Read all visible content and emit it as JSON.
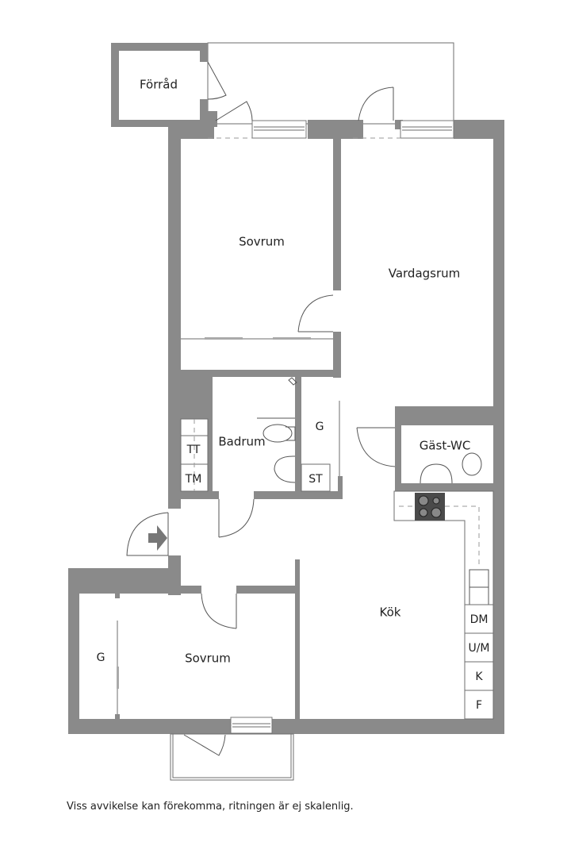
{
  "floorplan": {
    "rooms": {
      "forrad": "Förråd",
      "sovrum_top": "Sovrum",
      "vardagsrum": "Vardagsrum",
      "badrum": "Badrum",
      "gast_wc": "Gäst-WC",
      "kok": "Kök",
      "sovrum_bottom": "Sovrum"
    },
    "fixtures": {
      "tt": "TT",
      "tm": "TM",
      "g_hall": "G",
      "st": "ST",
      "g_bedroom": "G",
      "dm": "DM",
      "um": "U/M",
      "k": "K",
      "f": "F"
    },
    "colors": {
      "wall": "#8a8a8a",
      "stove": "#4a4a4a",
      "line": "#6e6e6e"
    }
  },
  "footer": {
    "disclaimer": "Viss avvikelse kan förekomma, ritningen är ej skalenlig."
  }
}
